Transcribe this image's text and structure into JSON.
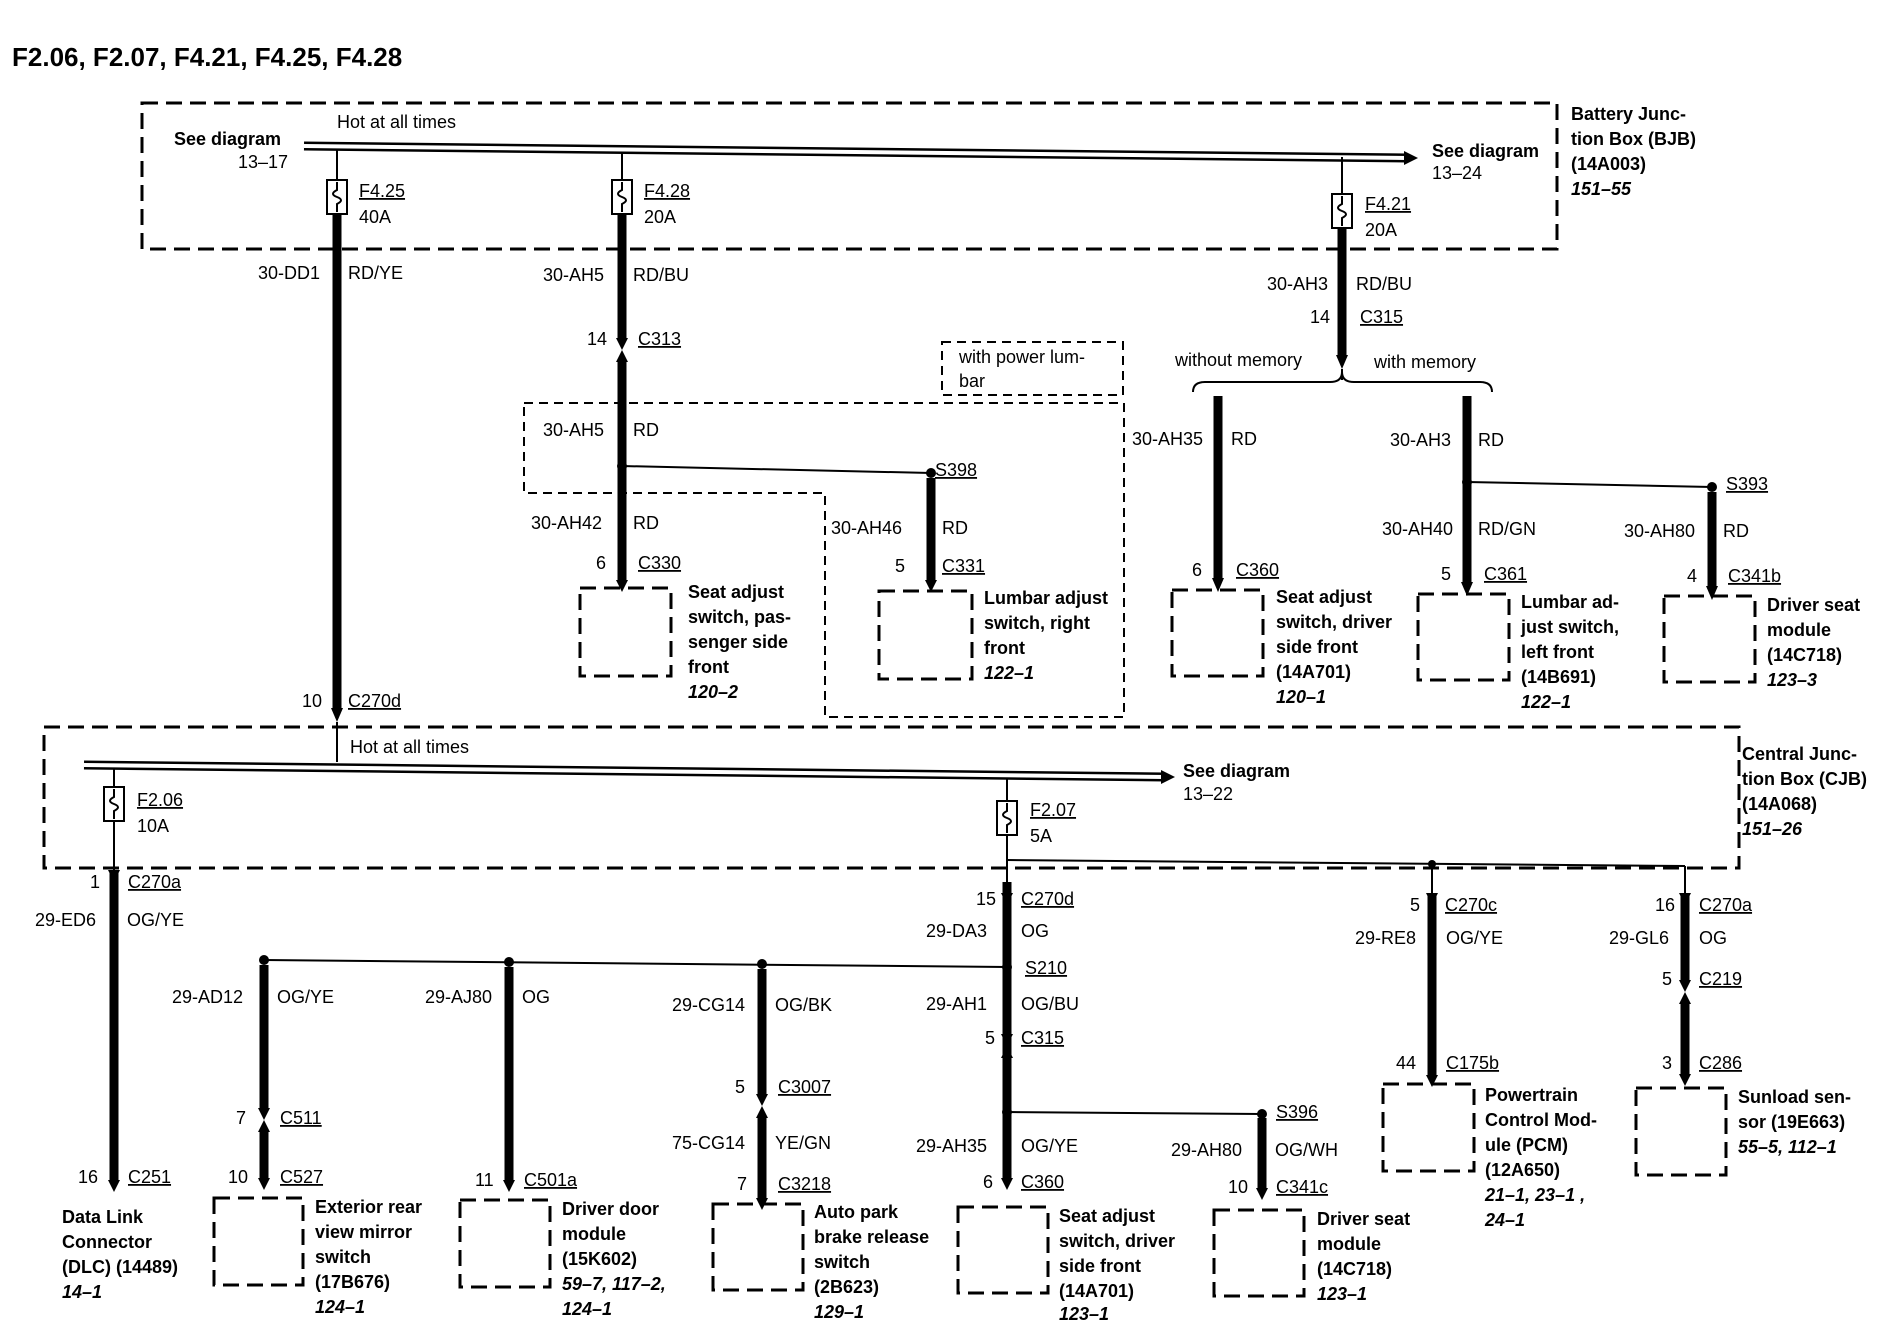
{
  "title": "F2.06, F2.07, F4.21, F4.25, F4.28",
  "bjb": {
    "hot": "Hot at all times",
    "see_left": [
      "See diagram",
      "13–17"
    ],
    "see_right": [
      "See diagram",
      "13–24"
    ],
    "name": [
      "Battery Junc-",
      "tion Box (BJB)",
      "(14A003)"
    ],
    "ref": "151–55",
    "fuses": [
      {
        "id": "F4.25",
        "rating": "40A"
      },
      {
        "id": "F4.28",
        "rating": "20A"
      },
      {
        "id": "F4.21",
        "rating": "20A"
      }
    ]
  },
  "cjb": {
    "hot": "Hot at all times",
    "see": [
      "See diagram",
      "13–22"
    ],
    "name": [
      "Central Junc-",
      "tion Box (CJB)",
      "(14A068)"
    ],
    "ref": "151–26",
    "fuses": [
      {
        "id": "F2.06",
        "rating": "10A"
      },
      {
        "id": "F2.07",
        "rating": "5A"
      }
    ]
  },
  "option_box": [
    "with power lum-",
    "bar"
  ],
  "memory": {
    "without": "without memory",
    "with": "with memory"
  },
  "circuits": {
    "dd1": {
      "circuit": "30-DD1",
      "color": "RD/YE",
      "pin": "10",
      "conn": "C270d"
    },
    "ah5a": {
      "circuit": "30-AH5",
      "color": "RD/BU",
      "pin": "14",
      "conn": "C313"
    },
    "ah5b": {
      "circuit": "30-AH5",
      "color": "RD"
    },
    "ah42": {
      "circuit": "30-AH42",
      "color": "RD",
      "pin": "6",
      "conn": "C330"
    },
    "s398": "S398",
    "ah46": {
      "circuit": "30-AH46",
      "color": "RD",
      "pin": "5",
      "conn": "C331"
    },
    "ah3a": {
      "circuit": "30-AH3",
      "color": "RD/BU",
      "pin": "14",
      "conn": "C315"
    },
    "ah35": {
      "circuit": "30-AH35",
      "color": "RD",
      "pin": "6",
      "conn": "C360"
    },
    "ah3b": {
      "circuit": "30-AH3",
      "color": "RD"
    },
    "ah40": {
      "circuit": "30-AH40",
      "color": "RD/GN",
      "pin": "5",
      "conn": "C361"
    },
    "s393": "S393",
    "ah80": {
      "circuit": "30-AH80",
      "color": "RD",
      "pin": "4",
      "conn": "C341b"
    },
    "ed6": {
      "circuit": "29-ED6",
      "color": "OG/YE",
      "pin_top": "1",
      "conn_top": "C270a",
      "pin": "16",
      "conn": "C251"
    },
    "ad12": {
      "circuit": "29-AD12",
      "color": "OG/YE",
      "pin1": "7",
      "conn1": "C511",
      "pin": "10",
      "conn": "C527"
    },
    "aj80": {
      "circuit": "29-AJ80",
      "color": "OG",
      "pin": "11",
      "conn": "C501a"
    },
    "cg14a": {
      "circuit": "29-CG14",
      "color": "OG/BK",
      "pin": "5",
      "conn": "C3007"
    },
    "cg14b": {
      "circuit": "75-CG14",
      "color": "YE/GN",
      "pin": "7",
      "conn": "C3218"
    },
    "da3": {
      "circuit": "29-DA3",
      "color": "OG",
      "pin": "15",
      "conn": "C270d"
    },
    "s210": "S210",
    "ah1": {
      "circuit": "29-AH1",
      "color": "OG/BU",
      "pin": "5",
      "conn": "C315"
    },
    "ah35b": {
      "circuit": "29-AH35",
      "color": "OG/YE",
      "pin": "6",
      "conn": "C360"
    },
    "s396": "S396",
    "ah80b": {
      "circuit": "29-AH80",
      "color": "OG/WH",
      "pin": "10",
      "conn": "C341c"
    },
    "re8": {
      "circuit": "29-RE8",
      "color": "OG/YE",
      "pin_top": "5",
      "conn_top": "C270c",
      "pin": "44",
      "conn": "C175b"
    },
    "gl6": {
      "circuit": "29-GL6",
      "color": "OG",
      "pin_top": "16",
      "conn_top": "C270a",
      "pin1": "5",
      "conn1": "C219",
      "pin": "3",
      "conn": "C286"
    }
  },
  "components": {
    "seat_pass": {
      "name": [
        "Seat adjust",
        "switch, pas-",
        "senger side",
        "front"
      ],
      "ref": "120–2"
    },
    "lumbar_right": {
      "name": [
        "Lumbar adjust",
        "switch, right",
        "front"
      ],
      "ref": "122–1"
    },
    "seat_driver_top": {
      "name": [
        "Seat adjust",
        "switch, driver",
        "side front",
        "(14A701)"
      ],
      "ref": "120–1"
    },
    "lumbar_left": {
      "name": [
        "Lumbar ad-",
        "just switch,",
        "left front",
        "(14B691)"
      ],
      "ref": "122–1"
    },
    "dsm_top": {
      "name": [
        "Driver seat",
        "module",
        "(14C718)"
      ],
      "ref": "123–3"
    },
    "dlc": {
      "name": [
        "Data Link",
        "Connector",
        "(DLC) (14489)"
      ],
      "ref": "14–1"
    },
    "mirror": {
      "name": [
        "Exterior rear",
        "view mirror",
        "switch",
        "(17B676)"
      ],
      "ref": "124–1"
    },
    "door": {
      "name": [
        "Driver door",
        "module",
        "(15K602)"
      ],
      "ref": [
        "59–7, 117–2,",
        "124–1"
      ]
    },
    "brake": {
      "name": [
        "Auto park",
        "brake release",
        "switch",
        "(2B623)"
      ],
      "ref": "129–1"
    },
    "seat_driver_bot": {
      "name": [
        "Seat adjust",
        "switch, driver",
        "side front",
        "(14A701)"
      ],
      "ref": "123–1"
    },
    "dsm_bot": {
      "name": [
        "Driver seat",
        "module",
        "(14C718)"
      ],
      "ref": "123–1"
    },
    "pcm": {
      "name": [
        "Powertrain",
        "Control Mod-",
        "ule (PCM)",
        "(12A650)"
      ],
      "ref": [
        "21–1, 23–1 ,",
        "24–1"
      ]
    },
    "sunload": {
      "name": [
        "Sunload sen-",
        "sor (19E663)"
      ],
      "ref": "55–5, 112–1"
    }
  }
}
